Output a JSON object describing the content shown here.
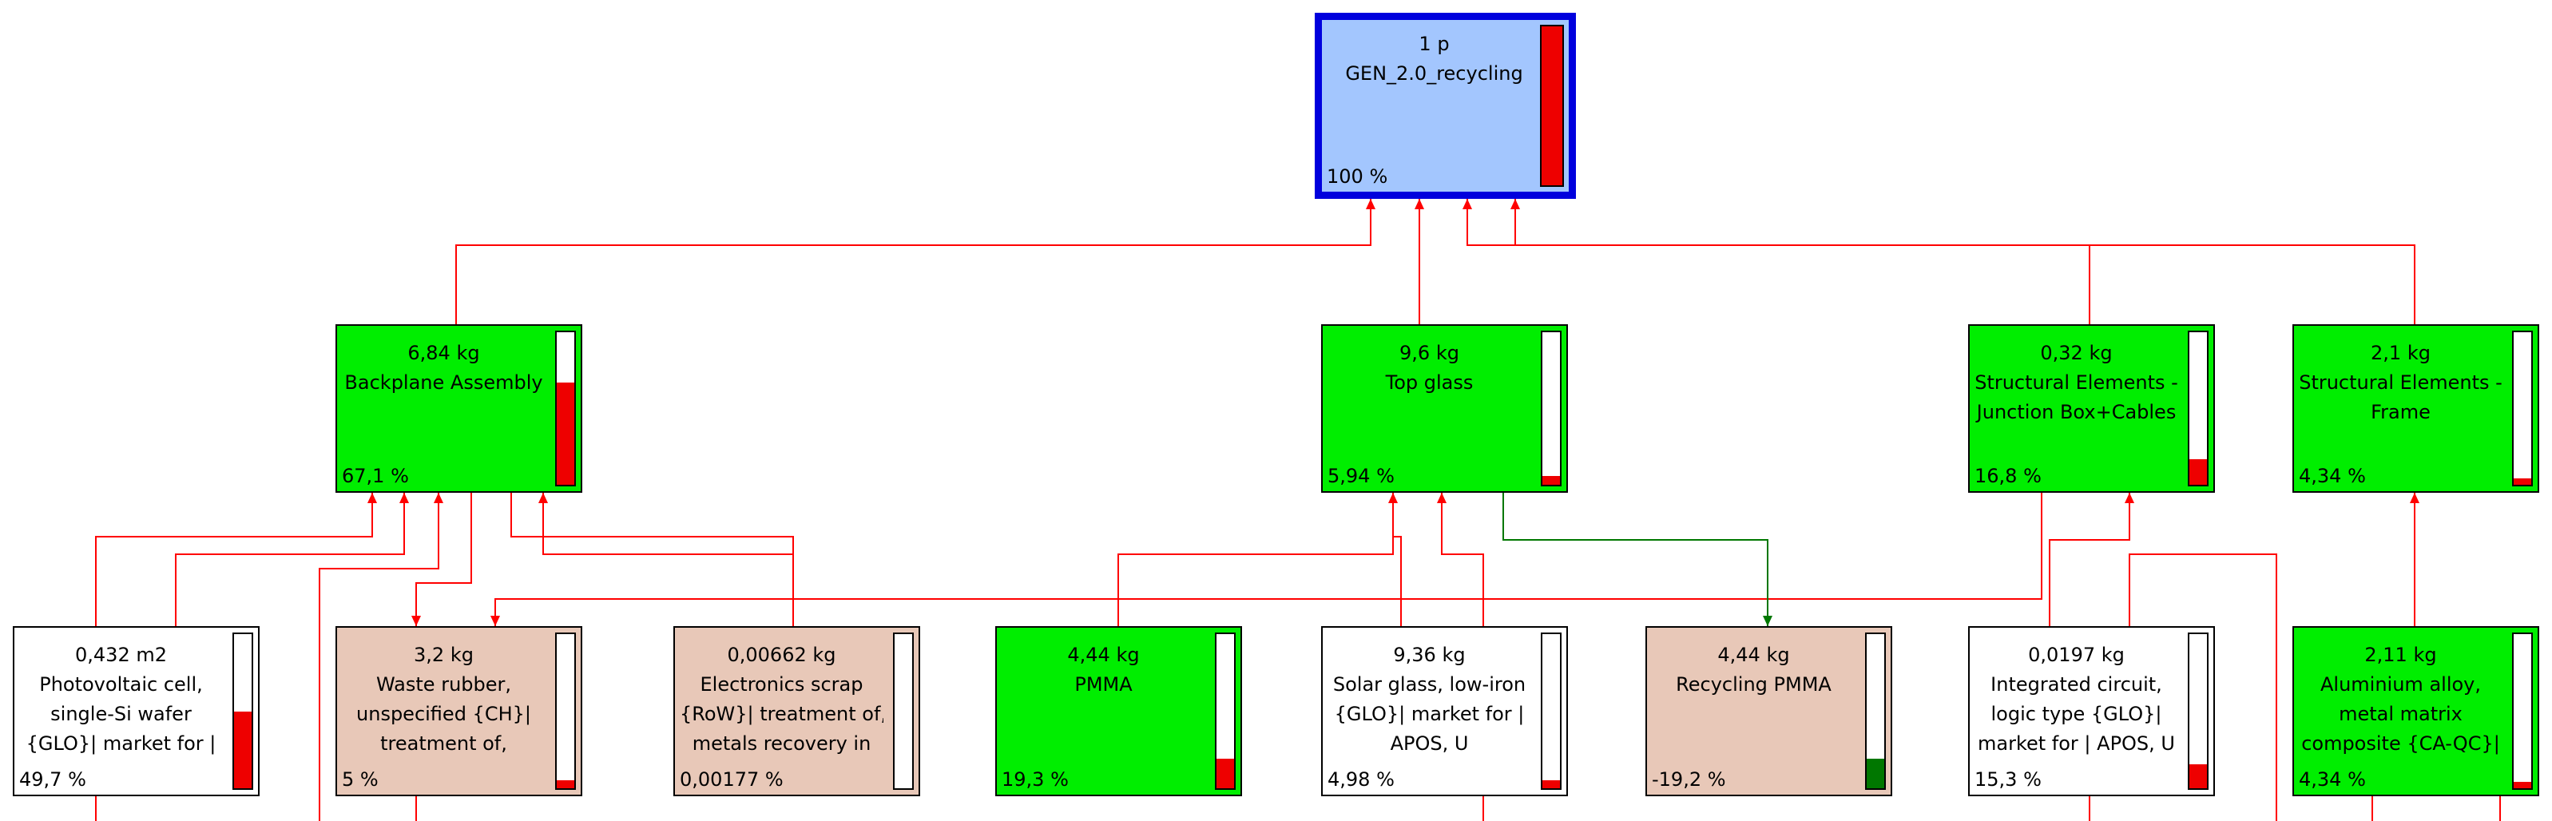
{
  "colors": {
    "root_fill": "#a3c6fe",
    "root_border": "#0000dd",
    "positive_fill": "#00ee00",
    "avoided_fill": "#e8c8b8",
    "plain_fill": "#ffffff",
    "bar_red": "#ee0000",
    "bar_green": "#007700",
    "link_red": "#ff0000",
    "link_green": "#007700"
  },
  "nodes": [
    {
      "id": "gen-2-0-recycling",
      "qty": "1 p",
      "lines": [
        "GEN_2.0_recycling"
      ],
      "pct": "100 %",
      "fill": "root",
      "level": 1.0,
      "bar": "red"
    },
    {
      "id": "backplane-assembly",
      "qty": "6,84 kg",
      "lines": [
        "Backplane Assembly"
      ],
      "pct": "67,1 %",
      "fill": "positive",
      "level": 0.671,
      "bar": "red"
    },
    {
      "id": "top-glass",
      "qty": "9,6 kg",
      "lines": [
        "Top glass"
      ],
      "pct": "5,94 %",
      "fill": "positive",
      "level": 0.0594,
      "bar": "red"
    },
    {
      "id": "junction-box-cables",
      "qty": "0,32 kg",
      "lines": [
        "Structural Elements -",
        "Junction Box+Cables"
      ],
      "pct": "16,8 %",
      "fill": "positive",
      "level": 0.168,
      "bar": "red"
    },
    {
      "id": "frame",
      "qty": "2,1 kg",
      "lines": [
        "Structural Elements -",
        "Frame"
      ],
      "pct": "4,34 %",
      "fill": "positive",
      "level": 0.0434,
      "bar": "red"
    },
    {
      "id": "photovoltaic-cell",
      "qty": "0,432 m2",
      "lines": [
        "Photovoltaic cell,",
        "single-Si wafer",
        "{GLO}| market for |"
      ],
      "pct": "49,7 %",
      "fill": "plain",
      "level": 0.497,
      "bar": "red"
    },
    {
      "id": "waste-rubber",
      "qty": "3,2 kg",
      "lines": [
        "Waste rubber,",
        "unspecified {CH}|",
        "treatment of,"
      ],
      "pct": "5 %",
      "fill": "avoided",
      "level": 0.05,
      "bar": "red"
    },
    {
      "id": "electronics-scrap",
      "qty": "0,00662 kg",
      "lines": [
        "Electronics scrap",
        "{RoW}| treatment of,",
        "metals recovery in"
      ],
      "pct": "0,00177 %",
      "fill": "avoided",
      "level": 0.0,
      "bar": "red"
    },
    {
      "id": "pmma",
      "qty": "4,44 kg",
      "lines": [
        "PMMA"
      ],
      "pct": "19,3 %",
      "fill": "positive",
      "level": 0.193,
      "bar": "red"
    },
    {
      "id": "solar-glass",
      "qty": "9,36 kg",
      "lines": [
        "Solar glass, low-iron",
        "{GLO}| market for |",
        "APOS, U"
      ],
      "pct": "4,98 %",
      "fill": "plain",
      "level": 0.0498,
      "bar": "red"
    },
    {
      "id": "recycling-pmma",
      "qty": "4,44 kg",
      "lines": [
        "Recycling PMMA"
      ],
      "pct": "-19,2 %",
      "fill": "avoided",
      "level": 0.192,
      "bar": "green"
    },
    {
      "id": "integrated-circuit",
      "qty": "0,0197 kg",
      "lines": [
        "Integrated circuit,",
        "logic type {GLO}|",
        "market for | APOS, U"
      ],
      "pct": "15,3 %",
      "fill": "plain",
      "level": 0.153,
      "bar": "red"
    },
    {
      "id": "aluminium-alloy",
      "qty": "2,11 kg",
      "lines": [
        "Aluminium alloy,",
        "metal matrix",
        "composite {CA-QC}|"
      ],
      "pct": "4,34 %",
      "fill": "positive",
      "level": 0.0434,
      "bar": "red"
    }
  ]
}
